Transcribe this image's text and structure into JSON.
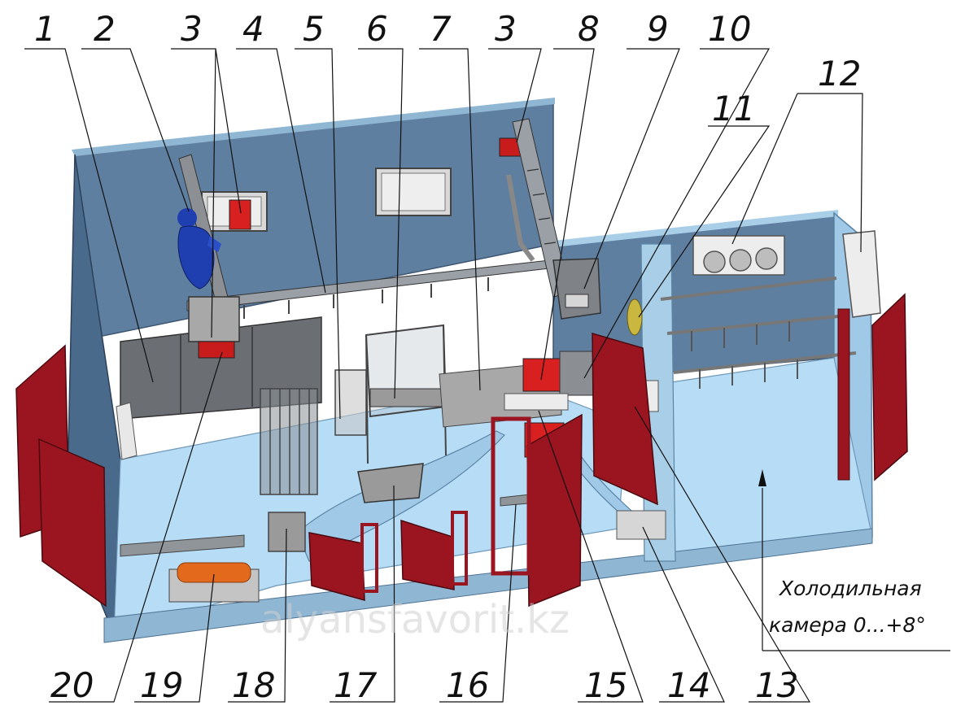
{
  "callout_labels": {
    "top": [
      "1",
      "2",
      "3",
      "4",
      "5",
      "6",
      "7",
      "3",
      "8",
      "9",
      "10",
      "11",
      "12"
    ],
    "bottom": [
      "20",
      "19",
      "18",
      "17",
      "16",
      "15",
      "14",
      "13"
    ]
  },
  "caption": {
    "line1": "Холодильная",
    "line2": "камера 0...+8°"
  },
  "watermark": "alyansfavorit.kz",
  "colors": {
    "wall_blue": "#5f7fa0",
    "floor_light_blue": "#b7dcf5",
    "door_red": "#9b1520",
    "equipment_red": "#d82020",
    "metal_grey": "#a8a8a8",
    "worker_blue": "#1f3fb0",
    "orange_roll": "#e36a1c"
  },
  "icons": [
    "direction-arrow-icon"
  ]
}
